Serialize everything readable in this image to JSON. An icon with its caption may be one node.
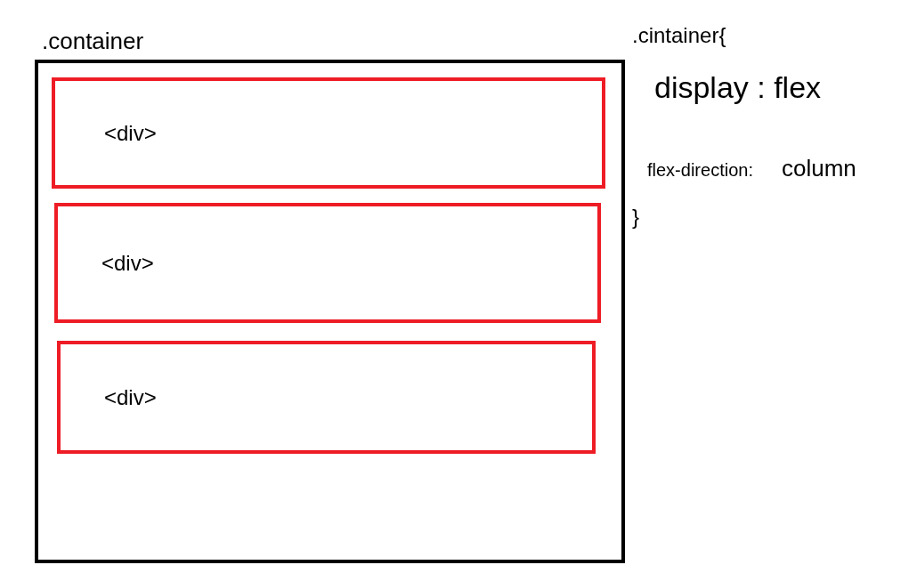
{
  "diagram": {
    "nodes": [
      {
        "text": [
          ".container"
        ]
      },
      {
        "text": [
          "<div>"
        ],
        "in": 0
      },
      {
        "text": [
          "<div>"
        ],
        "in": 0
      },
      {
        "text": [
          "<div>"
        ],
        "in": 0
      }
    ],
    "labels": [
      ".cintainer{",
      "display : flex",
      "flex-direction:",
      "column",
      "}"
    ]
  }
}
